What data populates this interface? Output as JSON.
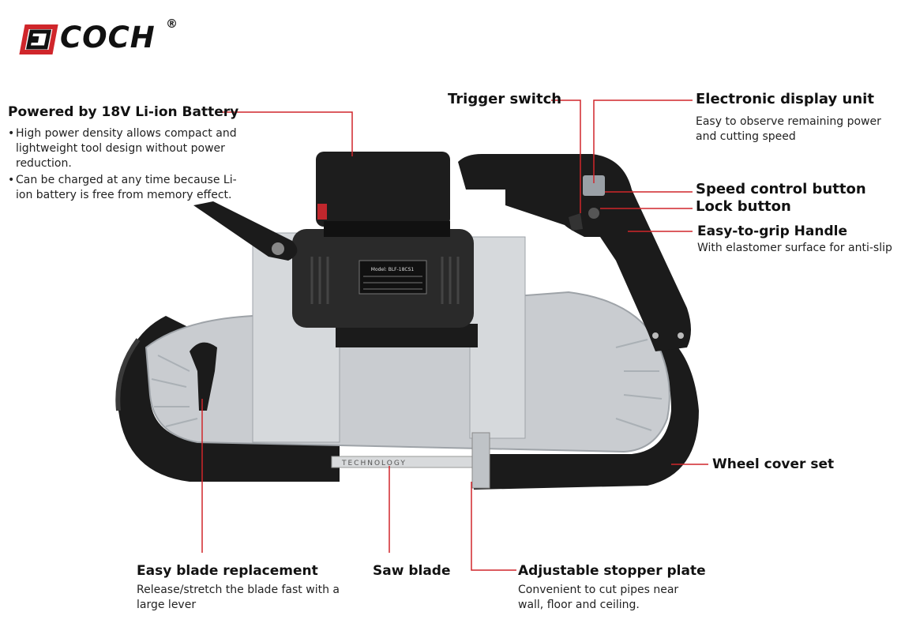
{
  "brand": {
    "name": "COCH",
    "registered_mark": "®"
  },
  "product_labels": {
    "blade_text": "TECHNOLOGY",
    "nameplate_model": "Model: BLF-18CS1"
  },
  "callouts": {
    "battery": {
      "title": "Powered by 18V Li-ion Battery",
      "bullets": [
        "High power density allows compact and lightweight tool design without power reduction.",
        "Can be charged at any time because Li-ion battery is free from memory effect."
      ]
    },
    "trigger": {
      "title": "Trigger switch"
    },
    "display": {
      "title": "Electronic display unit",
      "description": "Easy to observe remaining power and cutting speed"
    },
    "speed": {
      "title": "Speed control button"
    },
    "lock": {
      "title": "Lock button"
    },
    "handle": {
      "title": "Easy-to-grip Handle",
      "description": "With elastomer surface for anti-slip"
    },
    "wheel": {
      "title": "Wheel cover set"
    },
    "blade_replacement": {
      "title": "Easy blade replacement",
      "description": "Release/stretch the blade fast with a large lever"
    },
    "saw_blade": {
      "title": "Saw blade"
    },
    "stopper": {
      "title": "Adjustable stopper plate",
      "description": "Convenient to cut pipes near wall, floor and ceiling."
    }
  },
  "colors": {
    "leader_line": "#d0262b",
    "text": "#111111",
    "tool_black": "#1b1b1b",
    "tool_silver": "#c9ccd0"
  }
}
